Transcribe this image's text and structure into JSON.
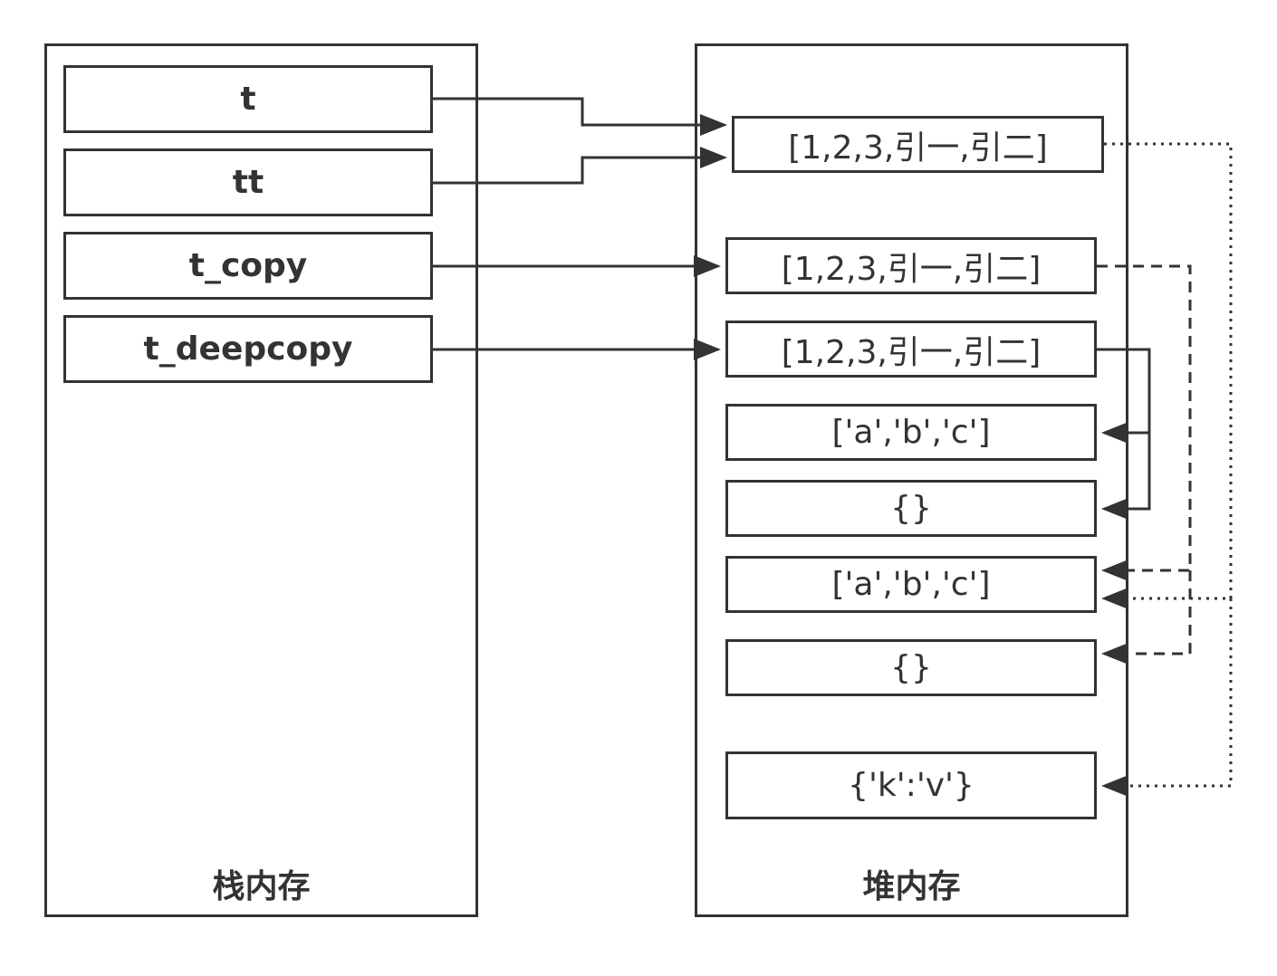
{
  "stack": {
    "label": "栈内存",
    "vars": [
      {
        "id": "t",
        "label": "t"
      },
      {
        "id": "tt",
        "label": "tt"
      },
      {
        "id": "t_copy",
        "label": "t_copy"
      },
      {
        "id": "t_deepcopy",
        "label": "t_deepcopy"
      }
    ]
  },
  "heap": {
    "label": "堆内存",
    "objects": [
      {
        "id": "list-shared",
        "label": "[1,2,3,引一,引二]"
      },
      {
        "id": "list-shallow",
        "label": "[1,2,3,引一,引二]"
      },
      {
        "id": "list-deep",
        "label": "[1,2,3,引一,引二]"
      },
      {
        "id": "abc-deep",
        "label": "['a','b','c']"
      },
      {
        "id": "dict-deep",
        "label": "{}"
      },
      {
        "id": "abc-orig",
        "label": "['a','b','c']"
      },
      {
        "id": "dict-orig",
        "label": "{}"
      },
      {
        "id": "kv-orig",
        "label": "{'k':'v'}"
      }
    ]
  },
  "colors": {
    "line": "#333333",
    "background": "#ffffff"
  },
  "line_styles": {
    "solid": "variable reference / deepcopy children",
    "dashed": "t_copy element references",
    "dotted": "t / tt element references"
  }
}
